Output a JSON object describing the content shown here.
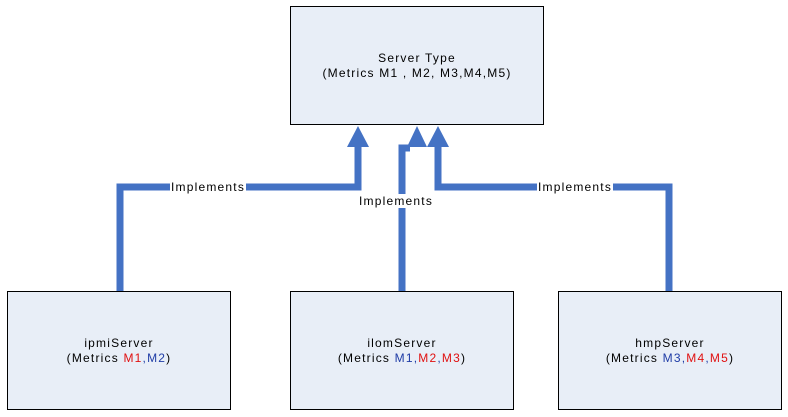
{
  "colors": {
    "box_fill": "#e8eef7",
    "connector": "#4472c4",
    "metric_blue": "#1f3ca6",
    "metric_red": "#e01010"
  },
  "top_box": {
    "title": "Server Type",
    "metrics": "(Metrics M1 , M2, M3,M4,M5)"
  },
  "boxes": [
    {
      "name": "ipmiServer",
      "metrics_prefix": "(Metrics ",
      "metrics": [
        {
          "text": "M1",
          "color": "red"
        },
        {
          "text": ",",
          "color": "blue"
        },
        {
          "text": "M2",
          "color": "blue"
        }
      ],
      "metrics_suffix": ")"
    },
    {
      "name": "ilomServer",
      "metrics_prefix": "(Metrics ",
      "metrics": [
        {
          "text": "M1",
          "color": "blue"
        },
        {
          "text": ",",
          "color": "blue"
        },
        {
          "text": "M2",
          "color": "red"
        },
        {
          "text": ",",
          "color": "blue"
        },
        {
          "text": "M3",
          "color": "red"
        }
      ],
      "metrics_suffix": ")"
    },
    {
      "name": "hmpServer",
      "metrics_prefix": "(Metrics ",
      "metrics": [
        {
          "text": "M3",
          "color": "blue"
        },
        {
          "text": ",",
          "color": "blue"
        },
        {
          "text": "M4",
          "color": "red"
        },
        {
          "text": ",",
          "color": "blue"
        },
        {
          "text": "M5",
          "color": "red"
        }
      ],
      "metrics_suffix": ")"
    }
  ],
  "connectors": {
    "left_label": "Implements",
    "center_label": "Implements",
    "right_label": "Implements"
  }
}
